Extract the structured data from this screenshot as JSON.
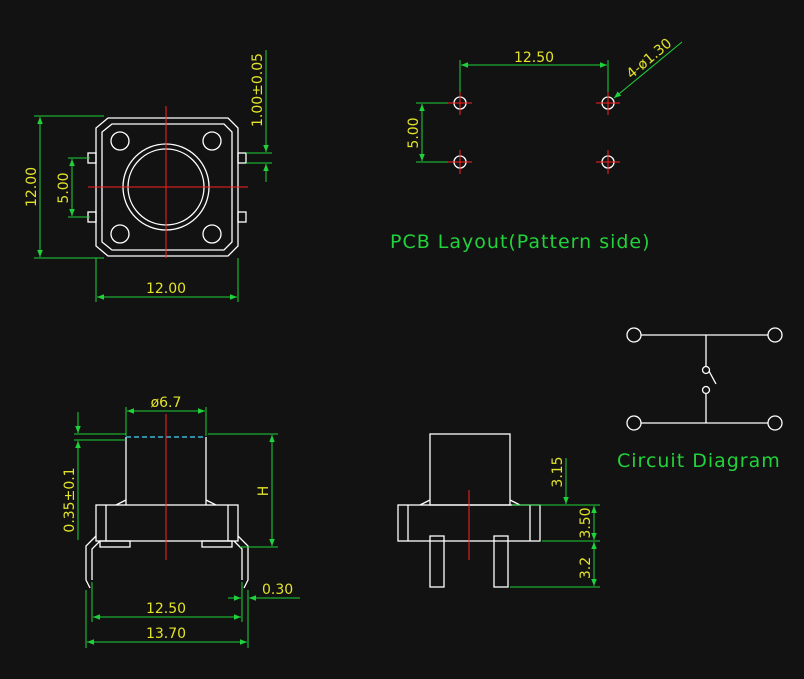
{
  "colors": {
    "background": "#121212",
    "outline": "#ffffff",
    "dimension_line": "#1fd23a",
    "dimension_text": "#e3e32a",
    "center_line": "#ff2020",
    "label_text": "#22d23a",
    "hidden_line": "#44d6ff"
  },
  "top_view": {
    "height_dim": "12.00",
    "pin_spacing_dim": "5.00",
    "width_dim": "12.00",
    "pin_offset_dim": "1.00±0.05"
  },
  "pcb_layout": {
    "spacing_x_dim": "12.50",
    "spacing_y_dim": "5.00",
    "hole_dim": "4-ø1.30",
    "label": "PCB Layout(Pattern side)"
  },
  "circuit": {
    "label": "Circuit Diagram"
  },
  "front_view": {
    "plunger_dim": "ø6.7",
    "height_dim": "H",
    "tolerance_dim": "0.35±0.1",
    "pin_spacing_dim": "12.50",
    "overall_dim": "13.70",
    "pin_width_dim": "0.30"
  },
  "side_view": {
    "plunger_height_dim": "3.15",
    "body_height_dim": "3.50",
    "pin_length_dim": "3.2"
  }
}
